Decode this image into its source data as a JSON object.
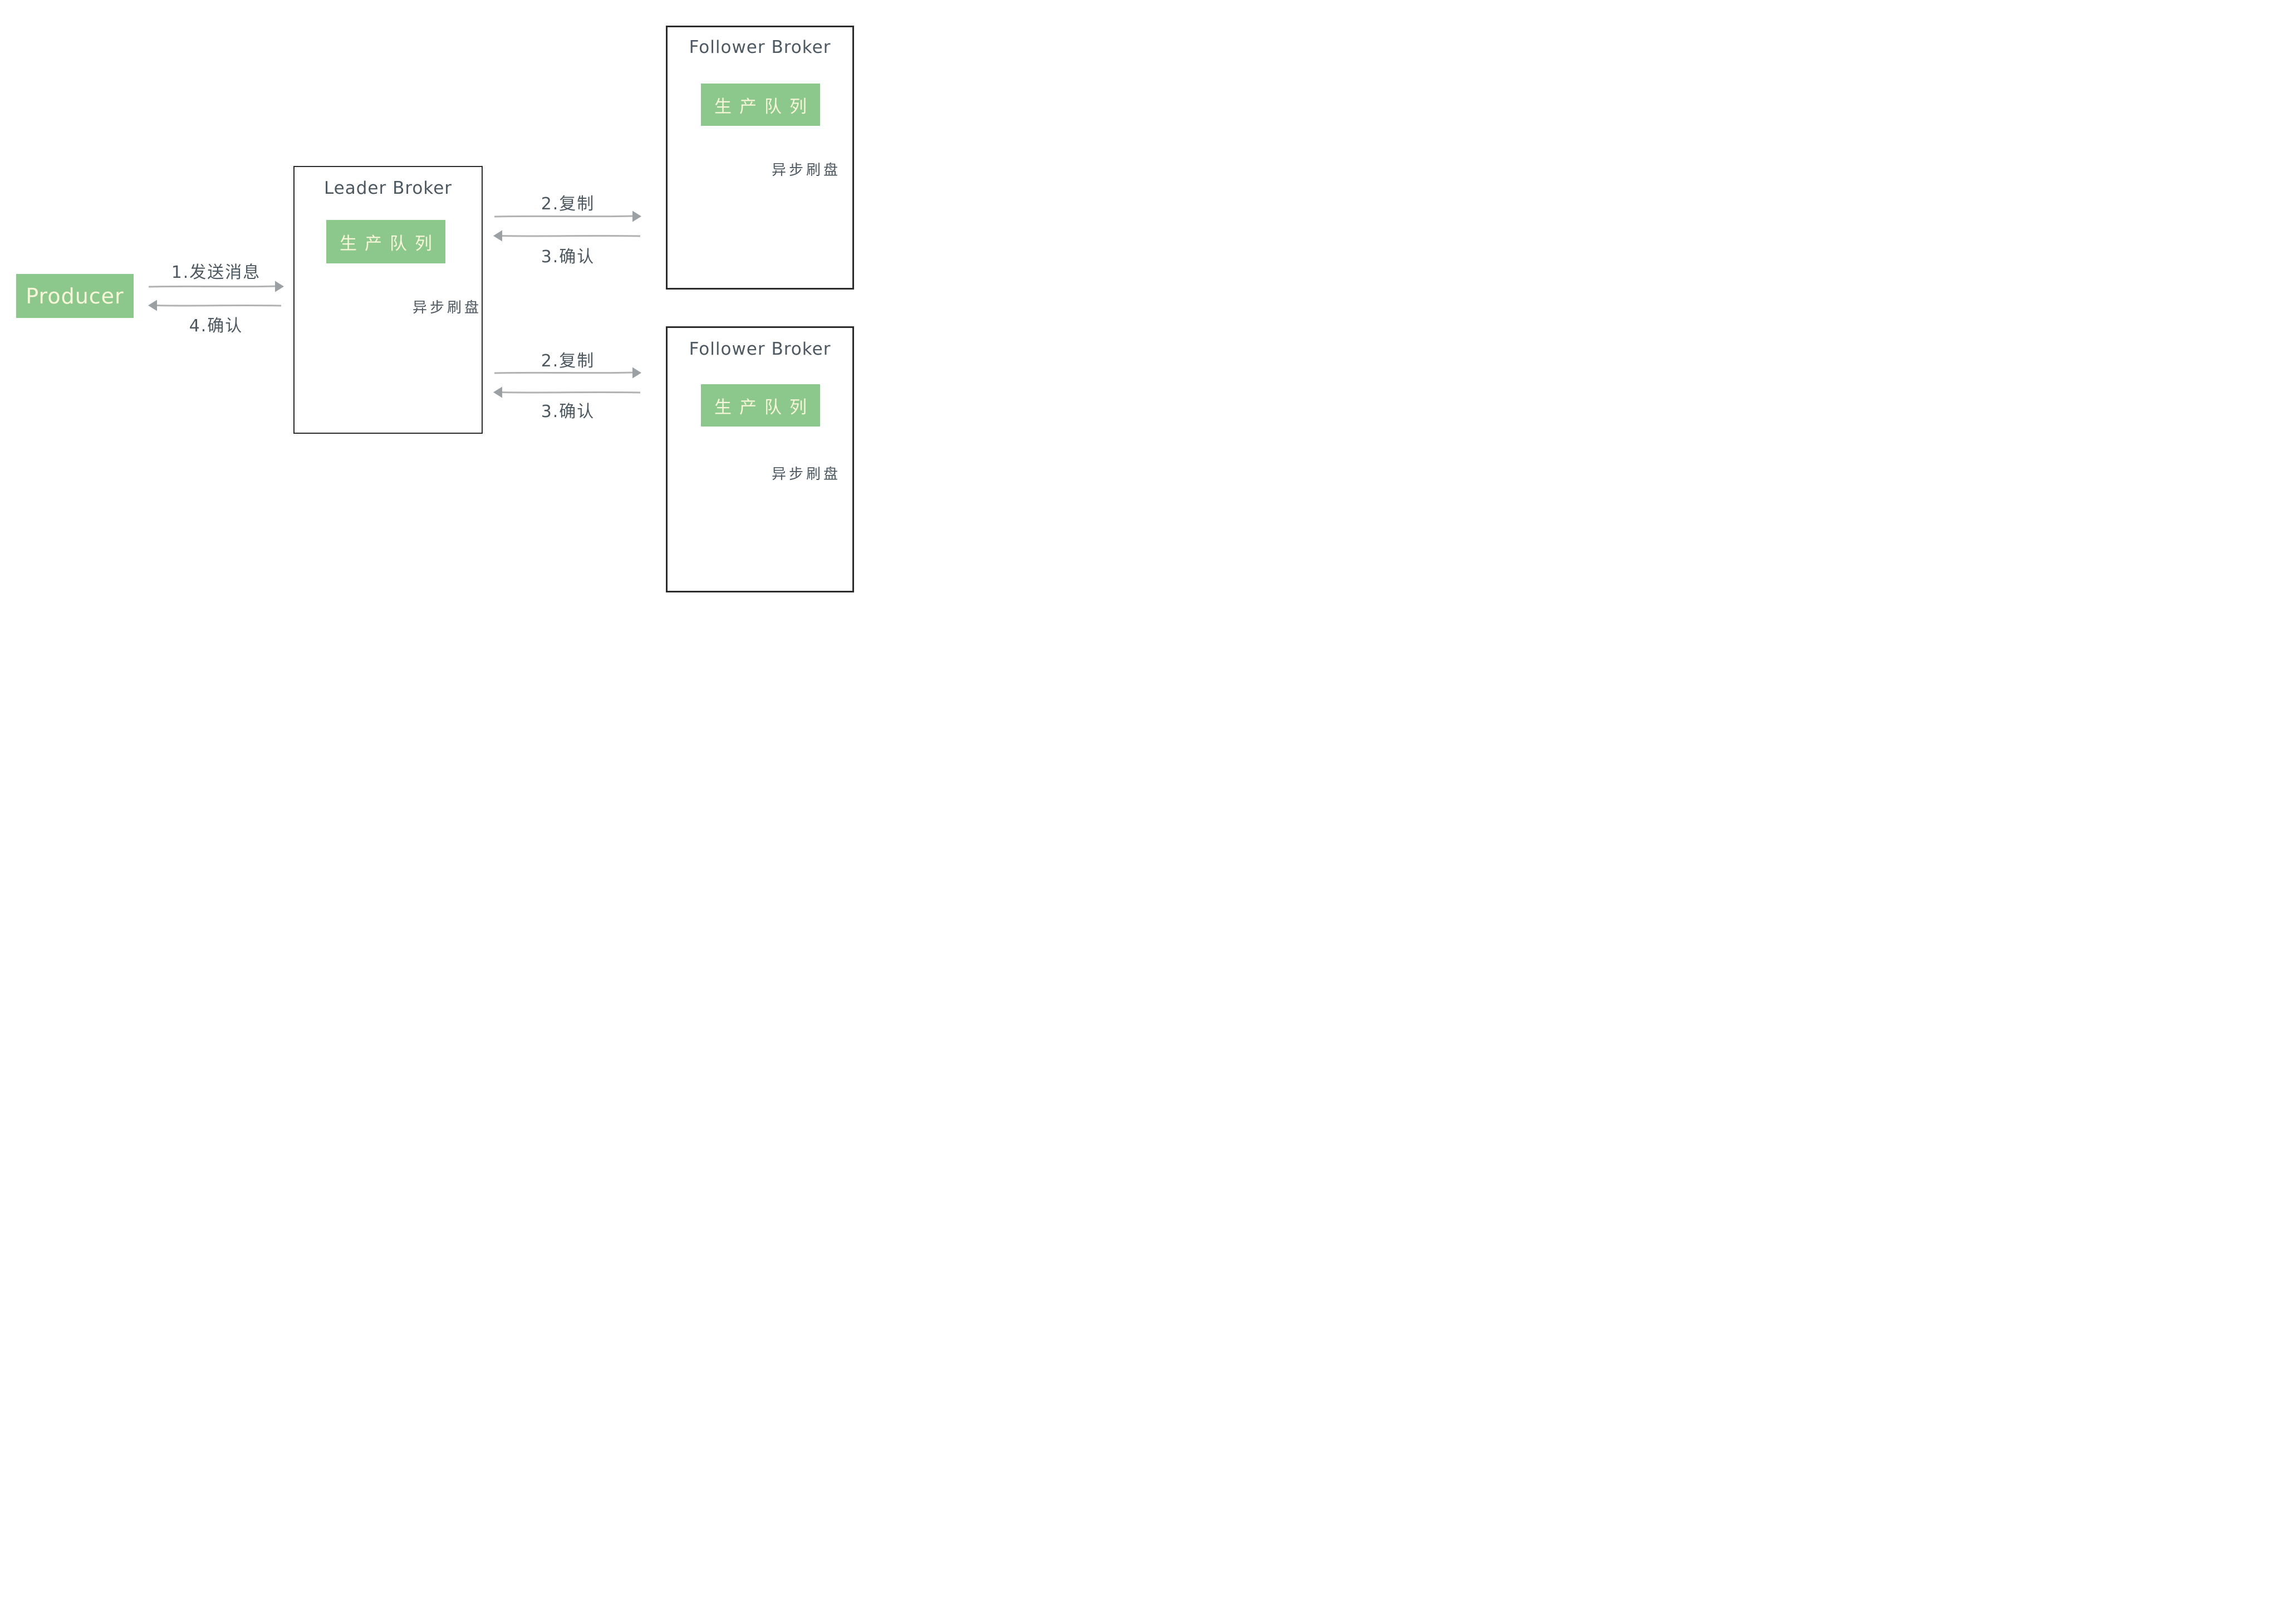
{
  "producer": {
    "label": "Producer"
  },
  "leader": {
    "title": "Leader Broker",
    "queue": "生产队列",
    "flush": "异步刷盘"
  },
  "followers": [
    {
      "title": "Follower Broker",
      "queue": "生产队列",
      "flush": "异步刷盘"
    },
    {
      "title": "Follower Broker",
      "queue": "生产队列",
      "flush": "异步刷盘"
    }
  ],
  "edges": {
    "send": "1.发送消息",
    "producer_ack": "4.确认",
    "replicate_top": "2.复制",
    "replicate_top_ack": "3.确认",
    "replicate_bottom": "2.复制",
    "replicate_bottom_ack": "3.确认"
  },
  "icons": {
    "storage": "database-cylinder-icon",
    "flush_arrow": "dashed-down-arrow-icon",
    "message_arrow": "horizontal-arrow-icon"
  },
  "colors": {
    "node_green": "#8cc88c",
    "node_text": "#f8f6d9",
    "ink": "#4e5861",
    "arrow_line": "#b2b2b2",
    "arrow_head": "#9aa0a4",
    "flush_gray": "#d8d9dd",
    "cylinder_green": "#8cc48a",
    "box_border": "#2b2b2b"
  }
}
